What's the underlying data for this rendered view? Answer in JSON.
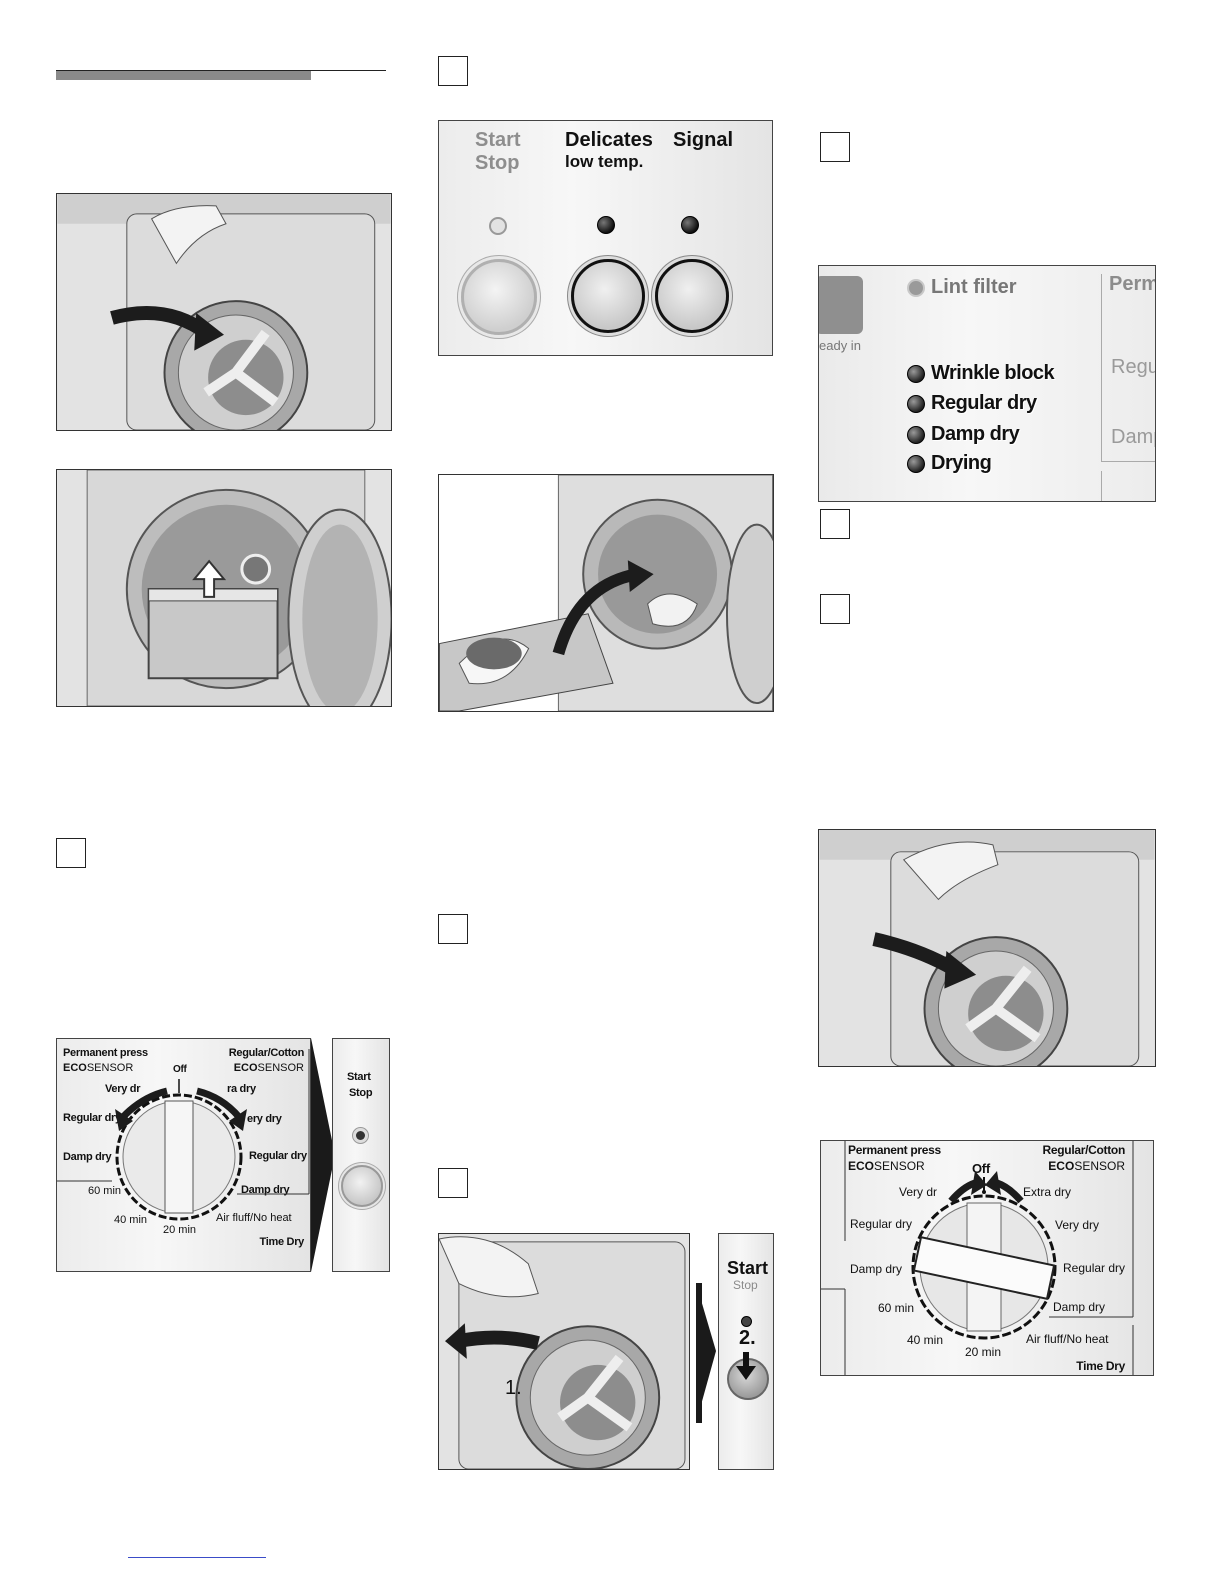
{
  "panel_top": {
    "start_stop_1": "Start",
    "start_stop_2": "Stop",
    "delicates_1": "Delicates",
    "delicates_2": "low temp.",
    "signal": "Signal"
  },
  "indicator_panel": {
    "ready_in_fragment": "eady in",
    "lint_filter": "Lint filter",
    "wrinkle_block": "Wrinkle block",
    "regular_dry": "Regular dry",
    "damp_dry": "Damp dry",
    "drying": "Drying",
    "perm_fragment": "Perm",
    "regul_fragment": "Regul",
    "damp_fragment": "Damp"
  },
  "dial_left": {
    "permanent_press": "Permanent press",
    "eco_left_a": "ECO",
    "eco_left_b": "SENSOR",
    "regular_cotton": "Regular/Cotton",
    "eco_right_a": "ECO",
    "eco_right_b": "SENSOR",
    "off": "Off",
    "very_dry_left": "Very dr",
    "extra_dry": "ra dry",
    "regular_dry_left": "Regular dry",
    "very_dry_right": "ery dry",
    "damp_dry_left": "Damp dry",
    "regular_dry_right": "Regular dry",
    "min60": "60 min",
    "damp_dry_right": "Damp dry",
    "min40": "40 min",
    "min20": "20 min",
    "air_fluff": "Air fluff/No heat",
    "time_dry": "Time Dry",
    "start": "Start",
    "stop": "Stop"
  },
  "door_step": {
    "start": "Start",
    "stop": "Stop",
    "step1": "1.",
    "step2": "2."
  },
  "dial_right": {
    "permanent_press": "Permanent press",
    "eco_left_a": "ECO",
    "eco_left_b": "SENSOR",
    "regular_cotton": "Regular/Cotton",
    "eco_right_a": "ECO",
    "eco_right_b": "SENSOR",
    "off": "Off",
    "very_dry_left": "Very dr",
    "extra_dry": "Extra dry",
    "regular_dry_left": "Regular dry",
    "very_dry_right": "Very dry",
    "damp_dry_left": "Damp dry",
    "regular_dry_right": "Regular dry",
    "min60": "60 min",
    "damp_dry_right": "Damp dry",
    "min40": "40 min",
    "min20": "20 min",
    "air_fluff": "Air fluff/No heat",
    "time_dry": "Time Dry"
  }
}
